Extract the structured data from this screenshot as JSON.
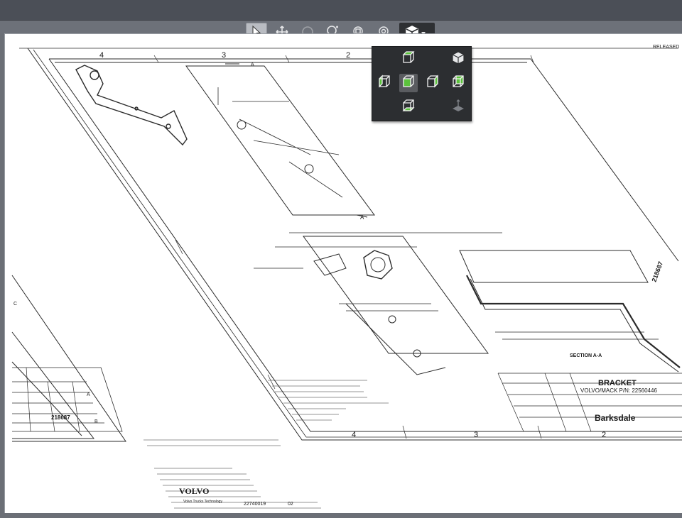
{
  "toolbar": {
    "tools": [
      {
        "icon": "select-arrow-icon",
        "active": true
      },
      {
        "icon": "pan-icon",
        "active": false
      },
      {
        "icon": "rotate-icon",
        "active": false
      },
      {
        "icon": "zoom-icon",
        "active": false
      },
      {
        "icon": "zoom-window-icon",
        "active": false
      },
      {
        "icon": "orbit-icon",
        "active": false
      },
      {
        "icon": "standard-views-icon",
        "active": false,
        "open": true
      }
    ]
  },
  "view_popup": {
    "buttons": [
      {
        "icon": "top-view-icon"
      },
      {
        "icon": "isometric-view-icon"
      },
      {
        "icon": "left-view-icon"
      },
      {
        "icon": "front-view-icon",
        "selected": true
      },
      {
        "icon": "right-view-icon"
      },
      {
        "icon": "back-view-icon"
      },
      {
        "icon": "bottom-view-icon"
      },
      {
        "icon": "ground-plane-icon"
      }
    ]
  },
  "drawing": {
    "zone_labels_top": [
      "4",
      "3",
      "2"
    ],
    "zone_labels_bottom": [
      "4",
      "3",
      "2"
    ],
    "section_marker": "A",
    "section_label": "SECTION A-A",
    "title": "BRACKET",
    "subtitle": "VOLVO/MACK P/N: 22560446",
    "drawing_number": "218687",
    "company": "Barksdale",
    "status": "RELEASED",
    "back_sheet": {
      "brand": "VOLVO",
      "brand_sub": "Volvo Trucks Technology",
      "part_number": "22740019",
      "revision": "02",
      "zone_labels": [
        "A",
        "B",
        "C"
      ],
      "drawing_number": "218687"
    },
    "colors": {
      "line": "#1a1a1a",
      "accent": "#5bc23c"
    }
  }
}
